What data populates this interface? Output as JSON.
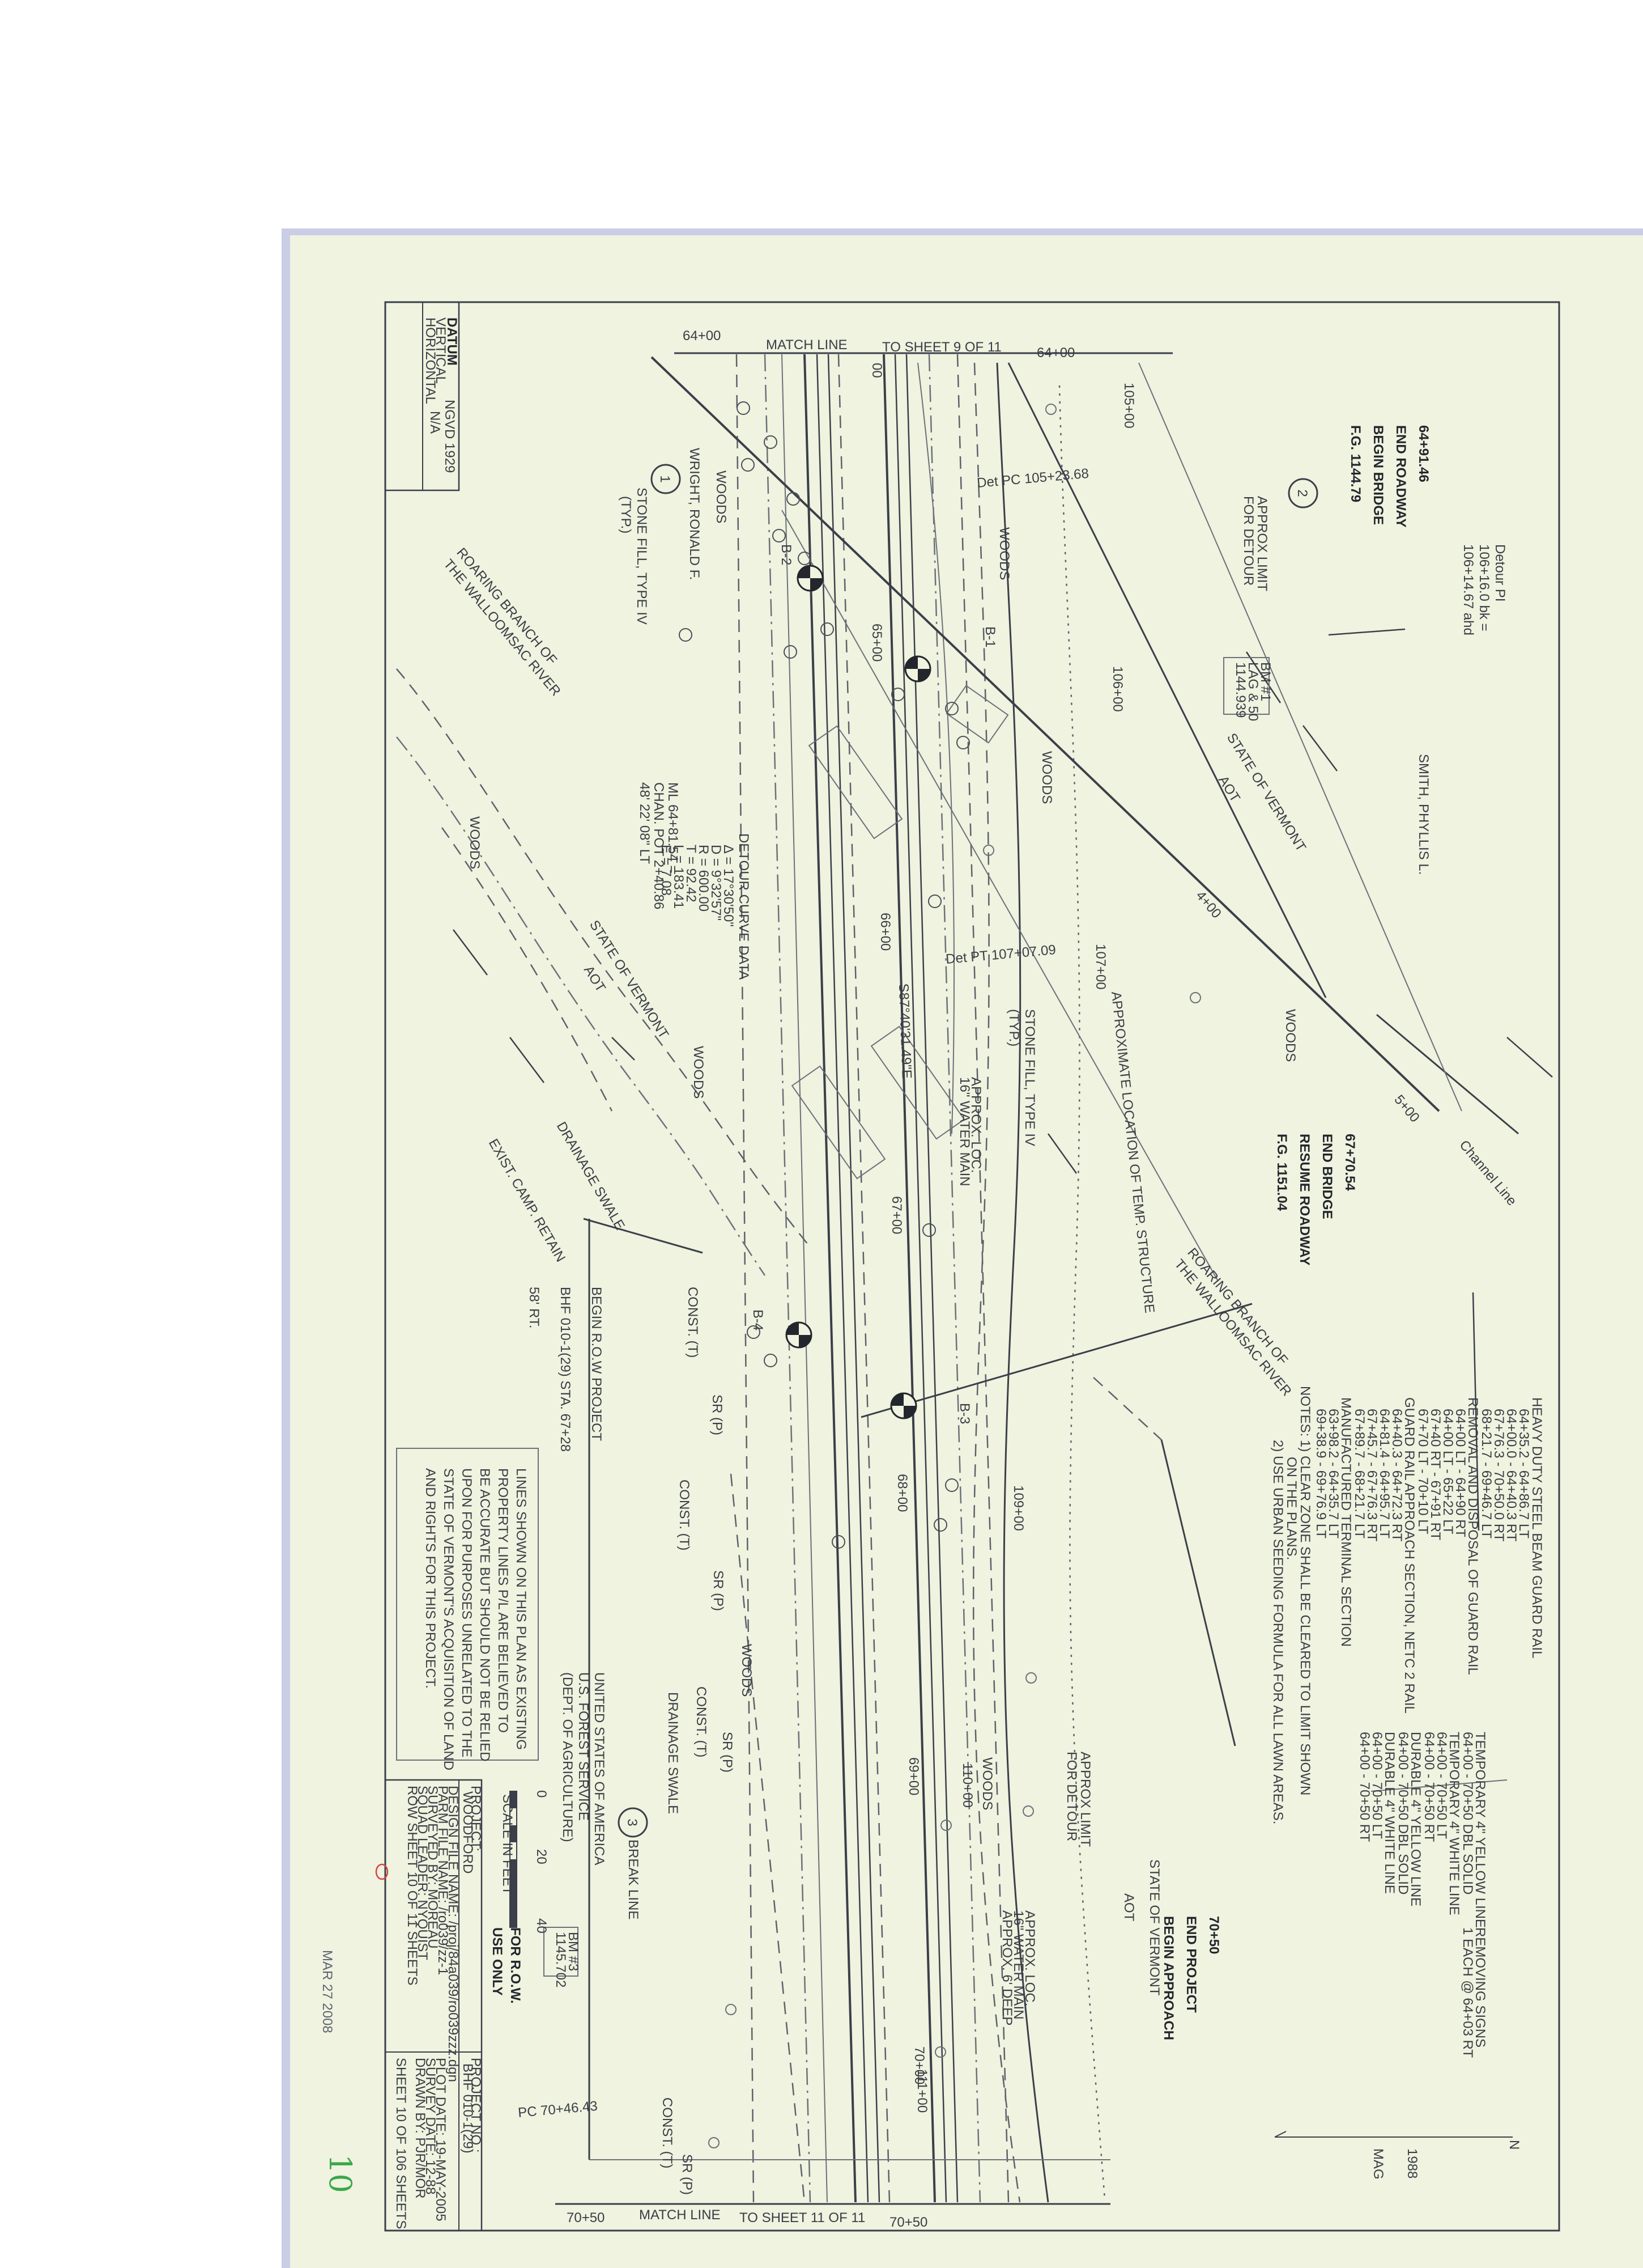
{
  "sheet": {
    "match_line_top": "MATCH LINE",
    "to_sheet_top": "TO SHEET 9 OF 11",
    "station_top_left": "64+00",
    "station_top_right": "64+00",
    "match_line_bottom": "MATCH LINE",
    "to_sheet_bottom": "TO SHEET 11 OF 11",
    "station_bottom_left": "70+50",
    "station_bottom_right": "70+50",
    "stamp_date": "MAR 27 2008",
    "handwritten_number": "10"
  },
  "datum": {
    "title": "DATUM",
    "vertical_label": "VERTICAL",
    "vertical_value": "NGVD 1929",
    "horizontal_label": "HORIZONTAL",
    "horizontal_value": "N/A"
  },
  "stations": {
    "begin_bridge": [
      "64+91.46",
      "END ROADWAY",
      "BEGIN BRIDGE",
      "F.G. 1144.79"
    ],
    "end_bridge": [
      "67+70.54",
      "END BRIDGE",
      "RESUME ROADWAY",
      "F.G. 1151.04"
    ],
    "end_project": [
      "70+50",
      "END PROJECT",
      "BEGIN APPROACH"
    ]
  },
  "begin_row": {
    "line1": "BEGIN R.O.W PROJECT",
    "line2": "BHF 010-1(29) STA. 67+28",
    "line3": "58' RT."
  },
  "labels": {
    "detour_pi": [
      "Detour PI",
      "106+16.0 bk =",
      "106+14.67 ahd"
    ],
    "owner_smith": "SMITH, PHYLLIS L.",
    "owner_wright": "WRIGHT, RONALD F.",
    "state_vermont_1": [
      "STATE OF VERMONT",
      "AOT"
    ],
    "state_vermont_2": [
      "STATE OF VERMONT",
      "AOT"
    ],
    "state_vermont_3": [
      "STATE OF VERMONT",
      "AOT"
    ],
    "usfs": [
      "UNITED STATES OF AMERICA",
      "U.S. FOREST SERVICE",
      "(DEPT. OF AGRICULTURE)"
    ],
    "river_1": [
      "ROARING BRANCH OF",
      "THE WALLOOMSAC RIVER"
    ],
    "river_2": [
      "ROARING BRANCH OF",
      "THE WALLOOMSAC RIVER"
    ],
    "channel_line": "Channel Line",
    "stone_fill_1": [
      "STONE FILL, TYPE IV",
      "(TYP.)"
    ],
    "stone_fill_2": [
      "STONE FILL, TYPE IV",
      "(TYP.)"
    ],
    "approx_limit_1": [
      "APPROX LIMIT",
      "FOR DETOUR"
    ],
    "approx_limit_2": [
      "APPROX LIMIT",
      "FOR DETOUR"
    ],
    "temp_structure": "APPROXIMATE LOCATION OF TEMP. STRUCTURE",
    "det_pc": "Det PC 105+23.68",
    "det_pt": "Det PT 107+07.09",
    "bearing": "S87°40'31.49\"E",
    "ml_chan": [
      "ML 64+81.54 =",
      "CHAN. POT 2+40.86",
      "48' 22' 08\" LT"
    ],
    "bm1": [
      "BM #1",
      "LAG & 50",
      "1144.939"
    ],
    "bm3": [
      "BM #3",
      "1145.702"
    ],
    "pc_bottom": "PC 70+46.43",
    "break_line": "BREAK LINE",
    "approx_loc_water": [
      "APPROX. LOC.",
      "16\" WATER MAIN"
    ],
    "approx_loc_water2": [
      "APPROX. LOC.",
      "16\" WATER MAIN",
      "APPROX. 6' DEEP"
    ],
    "woods": "WOODS",
    "drainage_swale": "DRAINAGE SWALE",
    "exist_camp": "EXIST. CAMP. RETAIN",
    "const": "CONST. (T)",
    "sr_p": "SR (P)",
    "boring_b1": "B-1",
    "boring_b2": "B-2",
    "boring_b3": "B-3",
    "boring_b4": "B-4",
    "chan_400": "4+00",
    "chan_500": "5+00",
    "sta_6500": "65+00",
    "sta_6600": "66+00",
    "sta_6700": "67+00",
    "sta_6800": "68+00",
    "sta_6900": "69+00",
    "sta_7000": "70+00",
    "sta_10500": "105+00",
    "sta_10600": "106+00",
    "sta_10700": "107+00",
    "sta_10900": "109+00",
    "sta_11000": "110+00",
    "sta_11100": "111+00",
    "sta_00": "00"
  },
  "circles": [
    "1",
    "2",
    "3"
  ],
  "guardrail": {
    "title": "HEAVY DUTY STEEL BEAM GUARD RAIL",
    "items": [
      "64+35.2 - 64+86.7 LT",
      "64+00.0 - 64+40.3 RT",
      "67+76.3 - 70+50.0 RT",
      "68+21.7 - 69+46.7 LT"
    ],
    "removal_title": "REMOVAL AND DISPOSAL OF GUARD RAIL",
    "removal_items": [
      "64+00 LT - 64+90 RT",
      "64+00 LT - 65+22 LT",
      "67+40 RT - 67+91 RT",
      "67+70 LT - 70+10 LT"
    ],
    "approach_title": "GUARD RAIL APPROACH SECTION, NETC 2 RAIL",
    "approach_items": [
      "64+40.3 - 64+72.3 RT",
      "64+81.4 - 64+95.7 LT",
      "67+45.7 - 67+76.3 RT",
      "67+89.7 - 68+21.7 LT"
    ],
    "terminal_title": "MANUFACTURED TERMINAL SECTION",
    "terminal_items": [
      "63+98.2 - 64+35.7 LT",
      "69+38.9 - 69+76.9 LT"
    ]
  },
  "notes": {
    "heading": "NOTES:",
    "n1": "1) CLEAR ZONE SHALL BE CLEARED TO LIMIT SHOWN",
    "n1b": "ON THE PLANS.",
    "n2": "2) USE URBAN SEEDING FORMULA FOR ALL LAWN AREAS."
  },
  "striping": {
    "yellow_title": "TEMPORARY 4\" YELLOW LINE",
    "yellow_item": "64+00 - 70+50 DBL SOLID",
    "white_title": "TEMPORARY 4\" WHITE LINE",
    "white_items": [
      "64+00 - 70+50 LT",
      "64+00 - 70+50 RT"
    ],
    "durable_yellow_title": "DURABLE 4\" YELLOW LINE",
    "durable_yellow_item": "64+00 - 70+50 DBL SOLID",
    "durable_white_title": "DURABLE 4\" WHITE LINE",
    "durable_white_items": [
      "64+00 - 70+50 LT",
      "64+00 - 70+50 RT"
    ],
    "removing_signs_title": "REMOVING SIGNS",
    "removing_signs_item": "1 EACH @ 64+03 RT"
  },
  "detour_curve": {
    "title": "DETOUR CURVE DATA",
    "items": [
      "Δ = 17°30'50\"",
      "D = 9°32'57\"",
      "R = 600.00",
      "T = 92.42",
      "L = 183.41",
      "E = 7.08"
    ]
  },
  "disclaimer": [
    "LINES SHOWN ON THIS PLAN AS EXISTING",
    "PROPERTY LINES P/L ARE BELIEVED TO",
    "BE ACCURATE BUT SHOULD NOT BE RELIED",
    "UPON FOR PURPOSES UNRELATED TO THE",
    "STATE OF VERMONT'S ACQUISITION OF LAND",
    "AND RIGHTS FOR THIS PROJECT."
  ],
  "scale": {
    "ticks": [
      "0",
      "20",
      "40"
    ],
    "label": "SCALE IN FEET"
  },
  "row_use": [
    "FOR R.O.W.",
    "USE ONLY"
  ],
  "north": {
    "n": "N",
    "mag": "MAG",
    "year": "1988"
  },
  "title_block": {
    "project_label": "PROJECT:",
    "project_name": "WOODFORD",
    "project_no_label": "PROJECT NO.:",
    "project_no": "BHF 010-1(29)",
    "design_file": "DESIGN FILE NAME: /proj/84a039/ro039zzz.dgn",
    "parm_file": "PARM FILE NAME: /ro039/zz-1",
    "surveyed_by": "SURVEYED BY: MOREAU",
    "squad_leader": "SQUAD LEADER: NYQUIST",
    "row_sheet": "ROW SHEET 10 OF 11 SHEETS",
    "plot_date": "PLOT DATE: 19-MAY-2005",
    "survey_date": "SURVEY DATE: 12-88",
    "drawn_by": "DRAWN BY: PJR/MOR",
    "sheet_of": "SHEET 10 OF 106 SHEETS"
  },
  "colors": {
    "paper": "#eff3df",
    "ink": "#3b3f4a",
    "stamp_date": "#5e6472",
    "handwritten": "#3aa74a",
    "red_circle": "#d54444"
  }
}
